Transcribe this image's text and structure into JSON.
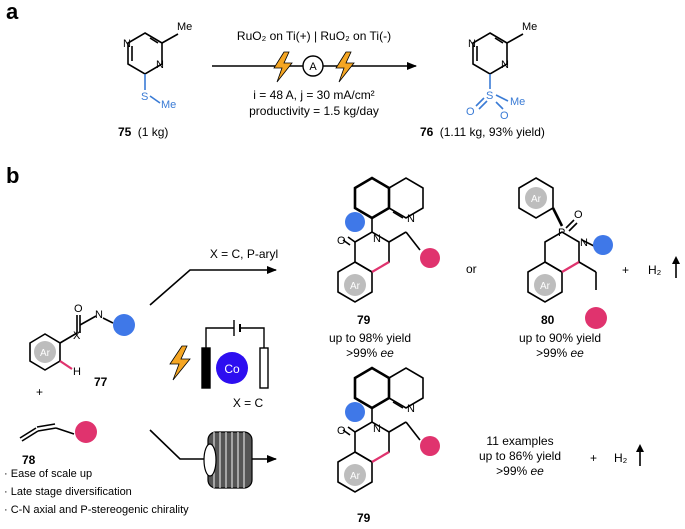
{
  "panel_a": {
    "label": "a",
    "sm_substituent_top": "Me",
    "sm_substituent_side": "S",
    "sm_substituent_side2": "Me",
    "sm_atoms": [
      "N",
      "N"
    ],
    "sm_caption_num": "75",
    "sm_caption_amount": "(1 kg)",
    "conditions_line1": "RuO₂ on Ti(+) | RuO₂ on Ti(-)",
    "ammeter_label": "A",
    "conditions_line2": "i = 48 A, j = 30 mA/cm²",
    "conditions_line3": "productivity = 1.5 kg/day",
    "pd_substituent_top": "Me",
    "pd_atoms": [
      "N",
      "N"
    ],
    "pd_sulfur": "S",
    "pd_oxygens": [
      "O",
      "O"
    ],
    "pd_methyl": "Me",
    "pd_caption_num": "76",
    "pd_caption_rest": "(1.11 kg, 93% yield)"
  },
  "panel_b": {
    "label": "b",
    "sm_atoms": {
      "O": "O",
      "X": "X",
      "N": "N",
      "H": "H",
      "Ar": "Ar"
    },
    "sm_num": "77",
    "plus": "+",
    "allene_num": "78",
    "cell_metal": "Co",
    "top_condition": "X = C, P-aryl",
    "bottom_condition": "X = C",
    "bullets": [
      "Ease of scale up",
      "Late stage diversification",
      "C-N axial and P-stereogenic chirality"
    ],
    "p79_top": {
      "O": "O",
      "N": "N",
      "Nq": "N",
      "Ar": "Ar",
      "num": "79",
      "yield": "up to 98% yield",
      "ee_val": ">99% ",
      "ee": "ee"
    },
    "or": "or",
    "p80": {
      "P": "P",
      "O": "O",
      "N": "N",
      "Ar1": "Ar",
      "Ar2": "Ar",
      "num": "80",
      "yield": "up to 90% yield",
      "ee_val": ">99% ",
      "ee": "ee"
    },
    "h2_top": "H₂",
    "p79_bottom": {
      "O": "O",
      "N": "N",
      "Nq": "N",
      "Ar": "Ar",
      "num": "79"
    },
    "summary": {
      "line1": "11 examples",
      "line2": "up to 86% yield",
      "ee_val": ">99% ",
      "ee": "ee"
    },
    "h2_bottom": "H₂",
    "colors": {
      "blue_group": "#3f78e8",
      "pink_group": "#e0336e",
      "sulfone_blue": "#3a7bd5",
      "lightning": "#f5a623",
      "cobalt": "#2d0ef0",
      "ar_circle": "#bdbdbd"
    }
  }
}
